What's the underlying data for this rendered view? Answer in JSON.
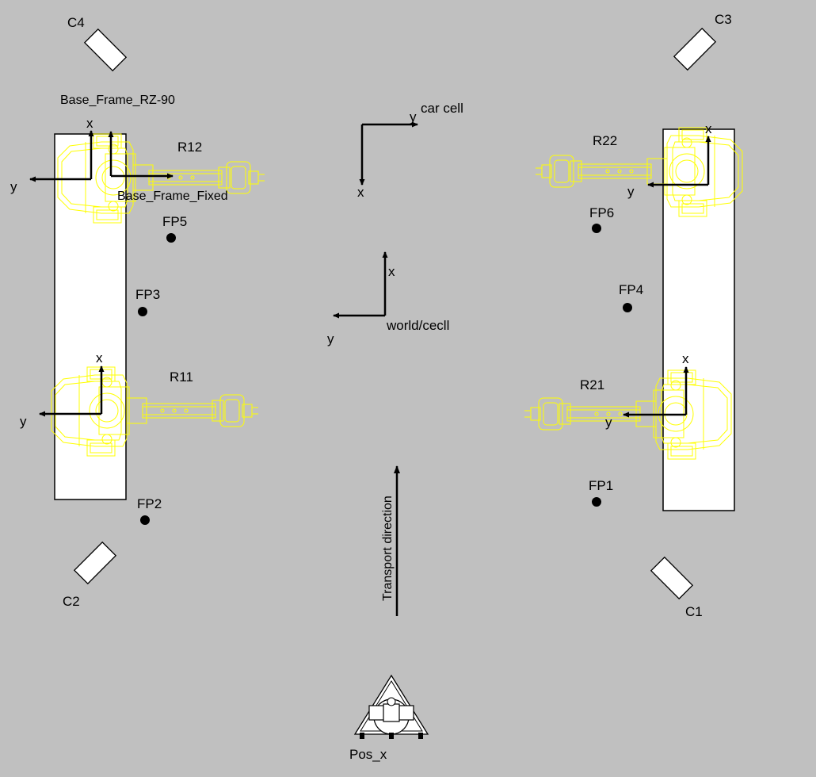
{
  "cameras": {
    "c1": "C1",
    "c2": "C2",
    "c3": "C3",
    "c4": "C4"
  },
  "robots": {
    "r11": "R11",
    "r12": "R12",
    "r21": "R21",
    "r22": "R22"
  },
  "fixture_points": {
    "fp1": "FP1",
    "fp2": "FP2",
    "fp3": "FP3",
    "fp4": "FP4",
    "fp5": "FP5",
    "fp6": "FP6"
  },
  "frames": {
    "base_frame_rz90": "Base_Frame_RZ-90",
    "base_frame_fixed": "Base_Frame_Fixed",
    "car_cell": "car cell",
    "world_cell": "world/cecll"
  },
  "axis_labels": {
    "x": "x",
    "y": "y"
  },
  "transport_direction": "Transport direction",
  "positioner": "Pos_x",
  "colors": {
    "background": "#c0c0c0",
    "robot_outline": "#ffff00",
    "rail": "#ffffff",
    "axis": "#000000"
  }
}
